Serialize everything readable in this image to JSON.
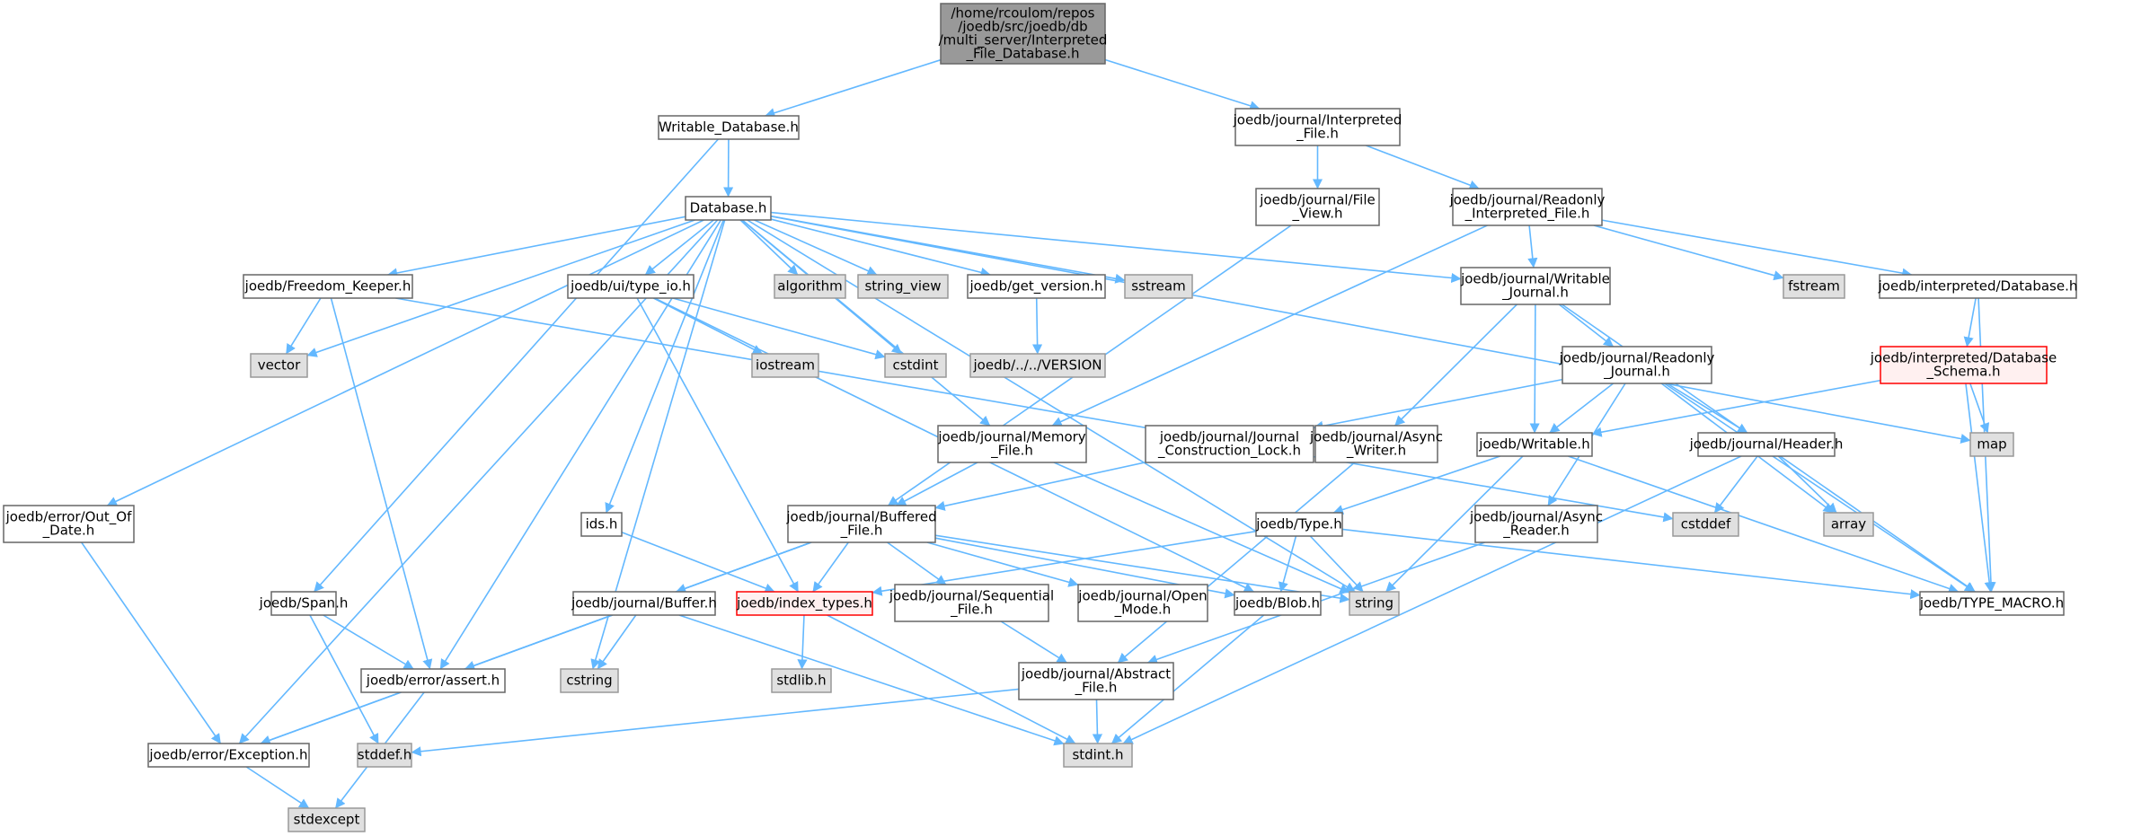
{
  "diagram": {
    "colors": {
      "edge": "#63b8ff",
      "root_fill": "#999999",
      "root_border": "#666666",
      "normal_fill": "#ffffff",
      "normal_border": "#666666",
      "system_fill": "#e0e0e0",
      "system_border": "#999999",
      "highlight_fill": "#fff0f0",
      "highlight_border": "#ff0000"
    },
    "nodes": [
      {
        "id": "root",
        "kind": "root",
        "lines": [
          "/home/rcoulom/repos",
          "/joedb/src/joedb/db",
          "/multi_server/Interpreted",
          "_File_Database.h"
        ]
      },
      {
        "id": "writable_database",
        "kind": "normal",
        "lines": [
          "Writable_Database.h"
        ]
      },
      {
        "id": "interpreted_file",
        "kind": "normal",
        "lines": [
          "joedb/journal/Interpreted",
          "_File.h"
        ]
      },
      {
        "id": "database",
        "kind": "normal",
        "lines": [
          "Database.h"
        ]
      },
      {
        "id": "file_view",
        "kind": "normal",
        "lines": [
          "joedb/journal/File",
          "_View.h"
        ]
      },
      {
        "id": "readonly_interpreted_file",
        "kind": "normal",
        "lines": [
          "joedb/journal/Readonly",
          "_Interpreted_File.h"
        ]
      },
      {
        "id": "freedom_keeper",
        "kind": "normal",
        "lines": [
          "joedb/Freedom_Keeper.h"
        ]
      },
      {
        "id": "type_io",
        "kind": "normal",
        "lines": [
          "joedb/ui/type_io.h"
        ]
      },
      {
        "id": "algorithm",
        "kind": "system",
        "lines": [
          "algorithm"
        ]
      },
      {
        "id": "string_view",
        "kind": "system",
        "lines": [
          "string_view"
        ]
      },
      {
        "id": "get_version",
        "kind": "normal",
        "lines": [
          "joedb/get_version.h"
        ]
      },
      {
        "id": "sstream",
        "kind": "system",
        "lines": [
          "sstream"
        ]
      },
      {
        "id": "writable_journal",
        "kind": "normal",
        "lines": [
          "joedb/journal/Writable",
          "_Journal.h"
        ]
      },
      {
        "id": "fstream",
        "kind": "system",
        "lines": [
          "fstream"
        ]
      },
      {
        "id": "interpreted_database",
        "kind": "normal",
        "lines": [
          "joedb/interpreted/Database.h"
        ]
      },
      {
        "id": "vector",
        "kind": "system",
        "lines": [
          "vector"
        ]
      },
      {
        "id": "iostream",
        "kind": "system",
        "lines": [
          "iostream"
        ]
      },
      {
        "id": "cstdint",
        "kind": "system",
        "lines": [
          "cstdint"
        ]
      },
      {
        "id": "version",
        "kind": "system",
        "lines": [
          "joedb/../../VERSION"
        ]
      },
      {
        "id": "readonly_journal",
        "kind": "normal",
        "lines": [
          "joedb/journal/Readonly",
          "_Journal.h"
        ]
      },
      {
        "id": "database_schema",
        "kind": "highlight",
        "lines": [
          "joedb/interpreted/Database",
          "_Schema.h"
        ]
      },
      {
        "id": "memory_file",
        "kind": "normal",
        "lines": [
          "joedb/journal/Memory",
          "_File.h"
        ]
      },
      {
        "id": "construction_lock",
        "kind": "normal",
        "lines": [
          "joedb/journal/Journal",
          "_Construction_Lock.h"
        ]
      },
      {
        "id": "async_writer",
        "kind": "normal",
        "lines": [
          "joedb/journal/Async",
          "_Writer.h"
        ]
      },
      {
        "id": "writable",
        "kind": "normal",
        "lines": [
          "joedb/Writable.h"
        ]
      },
      {
        "id": "header",
        "kind": "normal",
        "lines": [
          "joedb/journal/Header.h"
        ]
      },
      {
        "id": "map",
        "kind": "system",
        "lines": [
          "map"
        ]
      },
      {
        "id": "out_of_date",
        "kind": "normal",
        "lines": [
          "joedb/error/Out_Of",
          "_Date.h"
        ]
      },
      {
        "id": "ids",
        "kind": "normal",
        "lines": [
          "ids.h"
        ]
      },
      {
        "id": "buffered_file",
        "kind": "normal",
        "lines": [
          "joedb/journal/Buffered",
          "_File.h"
        ]
      },
      {
        "id": "type",
        "kind": "normal",
        "lines": [
          "joedb/Type.h"
        ]
      },
      {
        "id": "async_reader",
        "kind": "normal",
        "lines": [
          "joedb/journal/Async",
          "_Reader.h"
        ]
      },
      {
        "id": "cstddef",
        "kind": "system",
        "lines": [
          "cstddef"
        ]
      },
      {
        "id": "array",
        "kind": "system",
        "lines": [
          "array"
        ]
      },
      {
        "id": "span",
        "kind": "normal",
        "lines": [
          "joedb/Span.h"
        ]
      },
      {
        "id": "buffer",
        "kind": "normal",
        "lines": [
          "joedb/journal/Buffer.h"
        ]
      },
      {
        "id": "index_types",
        "kind": "highlight",
        "lines": [
          "joedb/index_types.h"
        ]
      },
      {
        "id": "sequential_file",
        "kind": "normal",
        "lines": [
          "joedb/journal/Sequential",
          "_File.h"
        ]
      },
      {
        "id": "open_mode",
        "kind": "normal",
        "lines": [
          "joedb/journal/Open",
          "_Mode.h"
        ]
      },
      {
        "id": "blob",
        "kind": "normal",
        "lines": [
          "joedb/Blob.h"
        ]
      },
      {
        "id": "string",
        "kind": "system",
        "lines": [
          "string"
        ]
      },
      {
        "id": "type_macro",
        "kind": "normal",
        "lines": [
          "joedb/TYPE_MACRO.h"
        ]
      },
      {
        "id": "assert",
        "kind": "normal",
        "lines": [
          "joedb/error/assert.h"
        ]
      },
      {
        "id": "cstring",
        "kind": "system",
        "lines": [
          "cstring"
        ]
      },
      {
        "id": "stdlib",
        "kind": "system",
        "lines": [
          "stdlib.h"
        ]
      },
      {
        "id": "abstract_file",
        "kind": "normal",
        "lines": [
          "joedb/journal/Abstract",
          "_File.h"
        ]
      },
      {
        "id": "exception",
        "kind": "normal",
        "lines": [
          "joedb/error/Exception.h"
        ]
      },
      {
        "id": "stddef",
        "kind": "system",
        "lines": [
          "stddef.h"
        ]
      },
      {
        "id": "stdint",
        "kind": "system",
        "lines": [
          "stdint.h"
        ]
      },
      {
        "id": "stdexcept",
        "kind": "system",
        "lines": [
          "stdexcept"
        ]
      }
    ],
    "edges": [
      [
        "root",
        "writable_database"
      ],
      [
        "root",
        "interpreted_file"
      ],
      [
        "writable_database",
        "database"
      ],
      [
        "writable_database",
        "span"
      ],
      [
        "interpreted_file",
        "file_view"
      ],
      [
        "interpreted_file",
        "readonly_interpreted_file"
      ],
      [
        "file_view",
        "buffered_file"
      ],
      [
        "readonly_interpreted_file",
        "writable_journal"
      ],
      [
        "readonly_interpreted_file",
        "fstream"
      ],
      [
        "readonly_interpreted_file",
        "interpreted_database"
      ],
      [
        "readonly_interpreted_file",
        "memory_file"
      ],
      [
        "database",
        "freedom_keeper"
      ],
      [
        "database",
        "type_io"
      ],
      [
        "database",
        "algorithm"
      ],
      [
        "database",
        "string_view"
      ],
      [
        "database",
        "get_version"
      ],
      [
        "database",
        "sstream"
      ],
      [
        "database",
        "writable_journal"
      ],
      [
        "database",
        "map"
      ],
      [
        "database",
        "vector"
      ],
      [
        "database",
        "cstdint"
      ],
      [
        "database",
        "out_of_date"
      ],
      [
        "database",
        "ids"
      ],
      [
        "database",
        "cstring"
      ],
      [
        "database",
        "assert"
      ],
      [
        "database",
        "exception"
      ],
      [
        "database",
        "string"
      ],
      [
        "database",
        "memory_file"
      ],
      [
        "freedom_keeper",
        "vector"
      ],
      [
        "freedom_keeper",
        "assert"
      ],
      [
        "freedom_keeper",
        "cstddef"
      ],
      [
        "type_io",
        "iostream"
      ],
      [
        "type_io",
        "cstdint"
      ],
      [
        "type_io",
        "index_types"
      ],
      [
        "type_io",
        "blob"
      ],
      [
        "get_version",
        "version"
      ],
      [
        "writable_journal",
        "readonly_journal"
      ],
      [
        "writable_journal",
        "async_writer"
      ],
      [
        "writable_journal",
        "writable"
      ],
      [
        "writable_journal",
        "type_macro"
      ],
      [
        "interpreted_database",
        "database_schema"
      ],
      [
        "interpreted_database",
        "type_macro"
      ],
      [
        "database_schema",
        "map"
      ],
      [
        "database_schema",
        "writable"
      ],
      [
        "database_schema",
        "type_macro"
      ],
      [
        "readonly_journal",
        "construction_lock"
      ],
      [
        "readonly_journal",
        "writable"
      ],
      [
        "readonly_journal",
        "header"
      ],
      [
        "readonly_journal",
        "async_reader"
      ],
      [
        "readonly_journal",
        "array"
      ],
      [
        "readonly_journal",
        "type_macro"
      ],
      [
        "memory_file",
        "buffered_file"
      ],
      [
        "memory_file",
        "string"
      ],
      [
        "construction_lock",
        "buffered_file"
      ],
      [
        "async_writer",
        "abstract_file"
      ],
      [
        "writable",
        "type"
      ],
      [
        "writable",
        "string"
      ],
      [
        "writable",
        "type_macro"
      ],
      [
        "header",
        "cstddef"
      ],
      [
        "header",
        "array"
      ],
      [
        "header",
        "stdint"
      ],
      [
        "out_of_date",
        "exception"
      ],
      [
        "ids",
        "index_types"
      ],
      [
        "buffered_file",
        "buffer"
      ],
      [
        "buffered_file",
        "index_types"
      ],
      [
        "buffered_file",
        "sequential_file"
      ],
      [
        "buffered_file",
        "open_mode"
      ],
      [
        "buffered_file",
        "blob"
      ],
      [
        "buffered_file",
        "string"
      ],
      [
        "buffered_file",
        "assert"
      ],
      [
        "buffered_file",
        "exception"
      ],
      [
        "type",
        "index_types"
      ],
      [
        "type",
        "blob"
      ],
      [
        "type",
        "string"
      ],
      [
        "type",
        "type_macro"
      ],
      [
        "async_reader",
        "abstract_file"
      ],
      [
        "span",
        "assert"
      ],
      [
        "span",
        "stddef"
      ],
      [
        "buffer",
        "assert"
      ],
      [
        "buffer",
        "cstring"
      ],
      [
        "buffer",
        "stdint"
      ],
      [
        "index_types",
        "stdlib"
      ],
      [
        "index_types",
        "stdint"
      ],
      [
        "sequential_file",
        "abstract_file"
      ],
      [
        "blob",
        "stdint"
      ],
      [
        "assert",
        "exception"
      ],
      [
        "assert",
        "stdexcept"
      ],
      [
        "abstract_file",
        "stddef"
      ],
      [
        "abstract_file",
        "stdint"
      ],
      [
        "exception",
        "stdexcept"
      ]
    ]
  }
}
